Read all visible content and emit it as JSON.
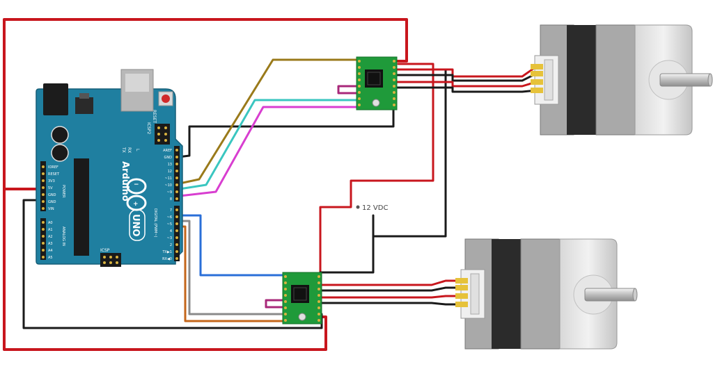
{
  "power_supply": {
    "label": "12 VDC"
  },
  "arduino": {
    "brand": "Arduino",
    "model": "UNO",
    "icsp_label": "ICSP",
    "icsp2_label": "ICSP2",
    "reset_label": "RESET",
    "tx_label": "TX",
    "rx_label": "RX",
    "l_label": "L",
    "digital_label": "DIGITAL (PWM~)",
    "power_label": "POWER",
    "analog_label": "ANALOG IN",
    "power_pins": [
      "IOREF",
      "RESET",
      "3V3",
      "5V",
      "GND",
      "GND",
      "VIN"
    ],
    "analog_pins": [
      "A0",
      "A1",
      "A2",
      "A3",
      "A4",
      "A5"
    ],
    "digital_top_pins": [
      "AREF",
      "GND",
      "13",
      "12",
      "~11",
      "~10",
      "~9",
      "8"
    ],
    "digital_bottom_pins": [
      "7",
      "~6",
      "~5",
      "4",
      "~3",
      "2",
      "TX▶1",
      "RX◀0"
    ]
  },
  "colors": {
    "wire_red": "#c8161d",
    "wire_black": "#1a1a1a",
    "wire_brown": "#9a7a1a",
    "wire_cyan": "#3ac6c0",
    "wire_magenta": "#d83ed0",
    "wire_blue": "#2a6fd8",
    "wire_orange": "#c4661a",
    "wire_gray": "#8a8a8a",
    "board_teal": "#1f7fa0",
    "driver_green": "#1f9a3a"
  }
}
